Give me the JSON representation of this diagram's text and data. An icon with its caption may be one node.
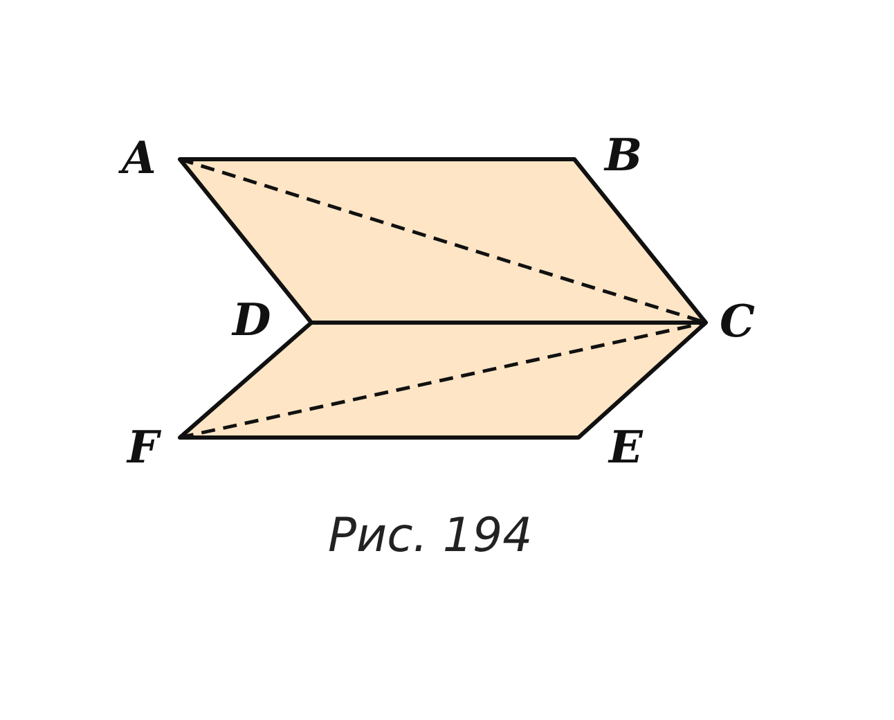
{
  "diagram": {
    "caption": "Рис. 194",
    "labels": [
      "A",
      "B",
      "D",
      "C",
      "F",
      "E"
    ]
  }
}
